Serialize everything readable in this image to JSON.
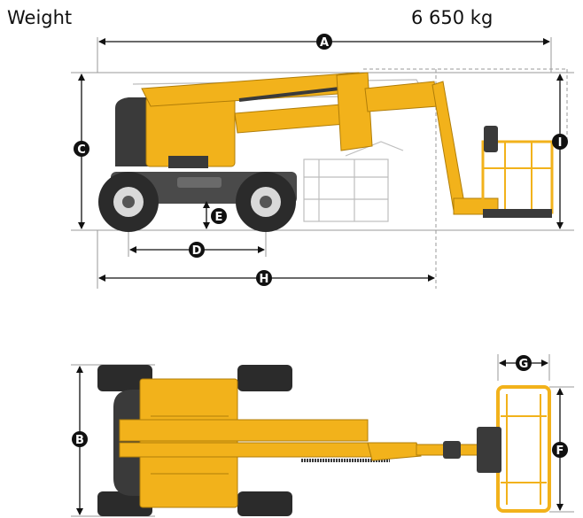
{
  "header": {
    "weight_label": "Weight",
    "weight_value": "6 650 kg"
  },
  "dimensions": {
    "A": "A",
    "B": "B",
    "C": "C",
    "D": "D",
    "E": "E",
    "F": "F",
    "G": "G",
    "H": "H",
    "I": "I"
  },
  "colors": {
    "machine_yellow": "#f2b21b",
    "machine_dark": "#3a3a3a",
    "tire": "#2b2b2b",
    "dim_line": "#111111",
    "guide_line": "#9a9a9a"
  }
}
